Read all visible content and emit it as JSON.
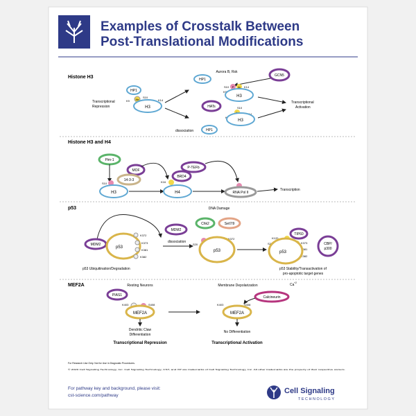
{
  "header": {
    "title_line1": "Examples of Crosstalk Between",
    "title_line2": "Post-Translational Modifications",
    "logo_mark": "CST tree logo",
    "title_color": "#2e3a87"
  },
  "sections": {
    "h3": {
      "heading": "Histone H3",
      "hp1": "HP1",
      "s10": "S10",
      "k9": "K9",
      "k14": "K14",
      "me": "Me",
      "h3": "H3",
      "repression": [
        "Transcriptional",
        "Repression"
      ],
      "aurora": "Aurora B, Rsk",
      "gcn5": "GCN5",
      "p": "P",
      "ac": "Ac",
      "hats": "HATs",
      "dissociation": "dissociation",
      "activation": [
        "Transcriptional",
        "Activation"
      ]
    },
    "h3h4": {
      "heading": "Histone H3 and H4",
      "pim1": "Pim-1",
      "mof": "MOF",
      "p1433": "14-3-3",
      "s10": "S10",
      "h3": "H3",
      "k16": "K16",
      "brd4": "BRD4",
      "ptefb": "P-TEFb",
      "h4": "H4",
      "rnapol": "RNA Pol II",
      "transcription": "Transcription"
    },
    "p53": {
      "heading": "p53",
      "mdm2": "MDM2",
      "p53": "p53",
      "ub": "Ub",
      "k372": "K372",
      "k373": "K373",
      "k381": "K381",
      "k382": "K382",
      "ubdeg": "p53 Ubiquitination/Degradation",
      "dna_damage": "DNA Damage",
      "chk2": "Chk2",
      "set7": "Set7/9",
      "dissociation": "dissociation",
      "s20": "S20",
      "k372b": "K372",
      "tip60": "TIP60",
      "k120": "K120",
      "k373b": "K373",
      "k381b": "K381",
      "k382b": "K382",
      "cbp": [
        "CBP/",
        "p300"
      ],
      "stab": [
        "p53 Stability/Transactivation of",
        "pro-apoptotic target genes"
      ]
    },
    "mef2a": {
      "heading": "MEF2A",
      "resting": "Resting Neurons",
      "pias1": "PIAS1",
      "k403": "K403",
      "s408": "S408",
      "mef2a": "MEF2A",
      "su": "Su",
      "dendritic": [
        "Dendritic Claw",
        "Differentiation"
      ],
      "repression": "Transcriptional Repression",
      "depol": "Membrane Depolarization",
      "ca": "Ca",
      "ca_sup": "+2",
      "calcineurin": "Calcineurin",
      "no_diff": "No Differentiation",
      "activation": "Transcriptional Activation"
    }
  },
  "footer": {
    "research_use": "For Research Use Only. Not for Use in Diagnostic Procedures.",
    "copyright": "© 2020 Cell Signaling Technology, Inc. Cell Signaling Technology, CST, and XP are trademarks of Cell Signaling Technology, Inc. All other trademarks are the property of their respective owners.",
    "visit": "For pathway key and background, please visit:",
    "url": "cst-science.com/pathway",
    "brand1": "Cell Signaling",
    "brand2": "TECHNOLOGY",
    "brand_color": "#2e3a87"
  },
  "colors": {
    "blue_ring": "#5fa8d3",
    "gold_ring": "#d9b54a",
    "purple": "#7a3e96",
    "pink": "#e8a7c4",
    "green": "#5bb46a",
    "grey": "#9a9a9a",
    "tan": "#c9b48a",
    "salmon": "#e3a486"
  }
}
